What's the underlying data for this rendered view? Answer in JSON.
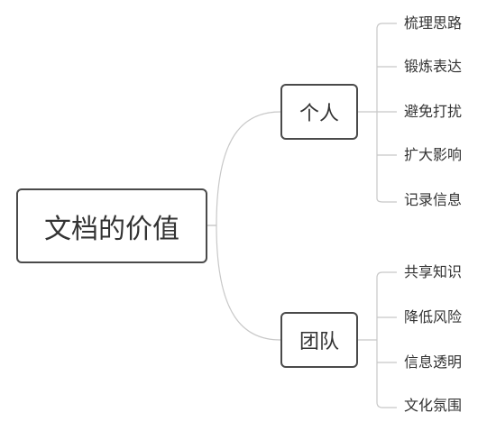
{
  "root": {
    "label": "文档的价值"
  },
  "branches": [
    {
      "label": "个人",
      "leaves": [
        "梳理思路",
        "锻炼表达",
        "避免打扰",
        "扩大影响",
        "记录信息"
      ]
    },
    {
      "label": "团队",
      "leaves": [
        "共享知识",
        "降低风险",
        "信息透明",
        "文化氛围"
      ]
    }
  ],
  "colors": {
    "node_border": "#4a4a4a",
    "connector": "#c8c8c8",
    "text": "#333333"
  }
}
